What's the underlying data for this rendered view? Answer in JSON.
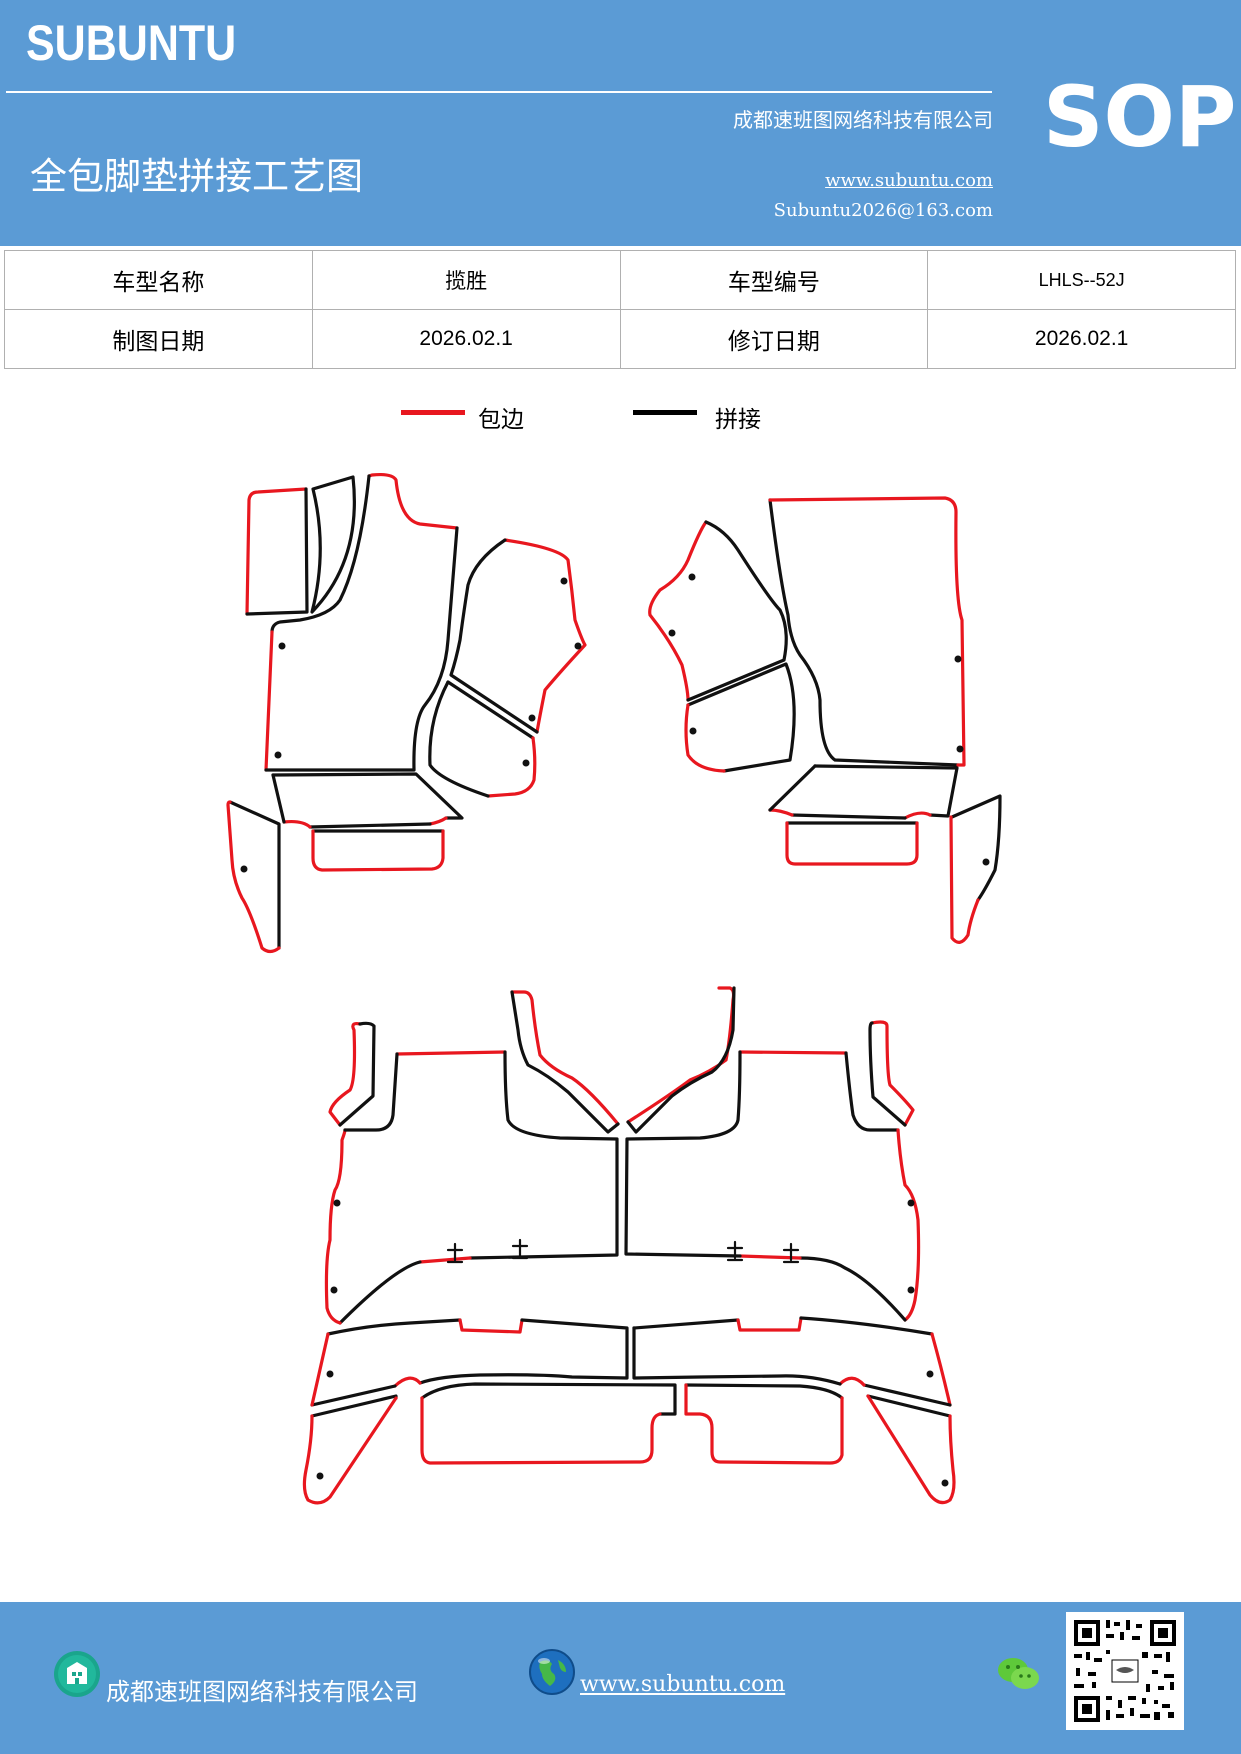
{
  "header": {
    "logo": "SUBUNTU",
    "company": "成都速班图网络科技有限公司",
    "title": "全包脚垫拼接工艺图",
    "website": "www.subuntu.com",
    "email": "Subuntu2026@163.com",
    "badge": "SOP"
  },
  "info_table": {
    "rows": [
      {
        "label1": "车型名称",
        "value1": "揽胜",
        "label2": "车型编号",
        "value2": "LHLS--52J"
      },
      {
        "label1": "制图日期",
        "value1": "2026.02.1",
        "label2": "修订日期",
        "value2": "2026.02.1"
      }
    ]
  },
  "legend": {
    "items": [
      {
        "label": "包边",
        "color": "#e8171f"
      },
      {
        "label": "拼接",
        "color": "#000000"
      }
    ]
  },
  "footer": {
    "company": "成都速班图网络科技有限公司",
    "website": "www.subuntu.com",
    "icons": [
      "building-icon",
      "globe-icon",
      "wechat-icon",
      "qr-code"
    ]
  },
  "colors": {
    "header_bg": "#5b9bd5",
    "edge": "#e8171f",
    "seam": "#111111"
  }
}
